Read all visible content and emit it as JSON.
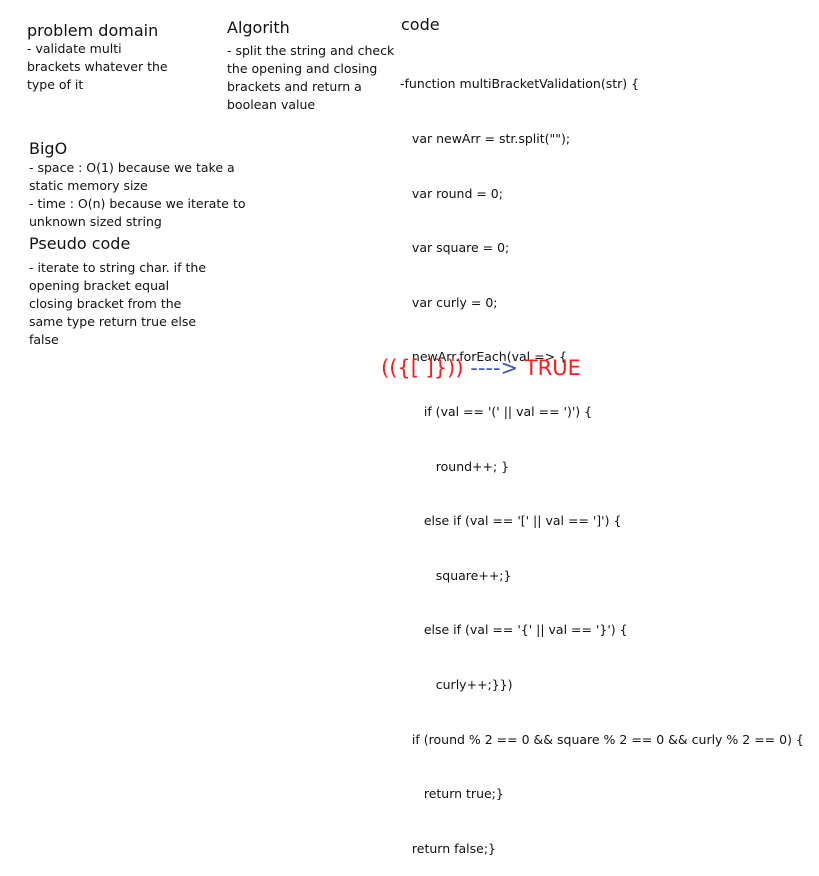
{
  "problem": {
    "heading": "problem domain",
    "lines": [
      "- validate multi",
      "brackets whatever the",
      "type of it"
    ]
  },
  "algorithm": {
    "heading": "Algorith",
    "lines": [
      "- split the string and check",
      "the opening and closing",
      "brackets and return a",
      "boolean value"
    ]
  },
  "code": {
    "heading": "code",
    "lines": [
      "-function multiBracketValidation(str) {",
      "   var newArr = str.split(\"\");",
      "   var round = 0;",
      "   var square = 0;",
      "   var curly = 0;",
      "   newArr.forEach(val => {",
      "      if (val == '(' || val == ')') {",
      "         round++; }",
      "      else if (val == '[' || val == ']') {",
      "         square++;}",
      "      else if (val == '{' || val == '}') {",
      "         curly++;}})",
      "   if (round % 2 == 0 && square % 2 == 0 && curly % 2 == 0) {",
      "      return true;}",
      "   return false;}"
    ]
  },
  "bigo": {
    "heading": "BigO",
    "lines": [
      "- space : O(1) because we take a",
      "static memory size",
      "- time : O(n) because we iterate to",
      "unknown sized string"
    ]
  },
  "pseudo": {
    "heading": "Pseudo code",
    "lines": [
      "- iterate to string char. if the",
      "opening bracket equal",
      "closing bracket from the",
      "same type return true else",
      "false"
    ]
  },
  "example": {
    "brackets": "(({[ ]}))",
    "arrow": " ----> ",
    "result": "TRUE"
  },
  "colors": {
    "red": "#ff1a1a",
    "blue": "#3a56c8",
    "text": "#111111"
  }
}
